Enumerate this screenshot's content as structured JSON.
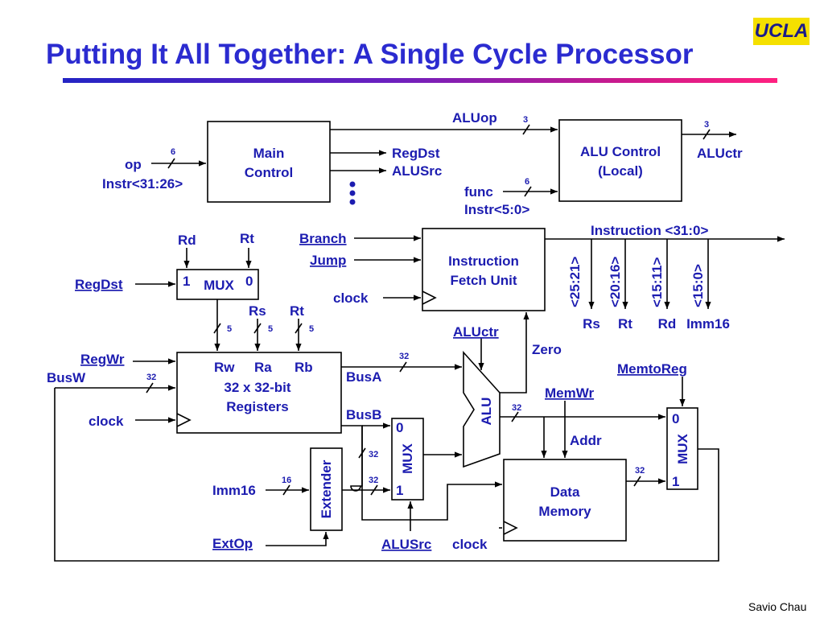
{
  "slide": {
    "title": "Putting It All Together: A Single Cycle Processor",
    "logo": "UCLA",
    "footer": "Savio Chau"
  },
  "blocks": {
    "main_control": [
      "Main",
      "Control"
    ],
    "alu_control": [
      "ALU Control",
      "(Local)"
    ],
    "ifu": [
      "Instruction",
      "Fetch Unit"
    ],
    "registers": [
      "32 x 32-bit",
      "Registers"
    ],
    "alu": "ALU",
    "data_memory": [
      "Data",
      "Memory"
    ],
    "extender": "Extender",
    "mux": "MUX"
  },
  "ports": {
    "reg_rw": "Rw",
    "reg_ra": "Ra",
    "reg_rb": "Rb",
    "mux_in1": "1",
    "mux_in0": "0",
    "mux2_in0": "0",
    "mux2_in1": "1",
    "mux3_in0": "0",
    "mux3_in1": "1"
  },
  "labels": {
    "op": "op",
    "instr_31_26": "Instr<31:26>",
    "aluop": "ALUop",
    "regdst_out": "RegDst",
    "alusrc_out": "ALUSrc",
    "func": "func",
    "instr_5_0": "Instr<5:0>",
    "aluctr_out": "ALUctr",
    "instruction": "Instruction <31:0>",
    "f_25_21": "<25:21>",
    "f_20_16": "<20:16>",
    "f_15_11": "<15:11>",
    "f_15_0": "<15:0>",
    "rs_out": "Rs",
    "rt_out": "Rt",
    "rd_out": "Rd",
    "imm16_out": "Imm16",
    "rd_in": "Rd",
    "rt_in": "Rt",
    "rs_in": "Rs",
    "rt_in2": "Rt",
    "clock_ifu": "clock",
    "clock_reg": "clock",
    "clock_mem": "clock",
    "busw": "BusW",
    "busa": "BusA",
    "busb": "BusB",
    "zero": "Zero",
    "addr": "Addr",
    "imm16_in": "Imm16"
  },
  "signals": {
    "branch": "Branch",
    "jump": "Jump",
    "regdst": "RegDst",
    "regwr": "RegWr",
    "aluctr": "ALUctr",
    "memwr": "MemWr",
    "memtoreg": "MemtoReg",
    "alusrc": "ALUSrc",
    "extop": "ExtOp"
  },
  "bus_widths": {
    "op": "6",
    "aluop": "3",
    "aluctr": "3",
    "func": "6",
    "rw": "5",
    "ra": "5",
    "rb": "5",
    "busw": "32",
    "busa": "32",
    "alu_out": "32",
    "busb": "32",
    "ext_out": "32",
    "imm16": "16",
    "mem_out": "32"
  },
  "colors": {
    "title": "#2b2bd0",
    "text": "#1c1cb0",
    "logo_bg": "#f5e000"
  }
}
